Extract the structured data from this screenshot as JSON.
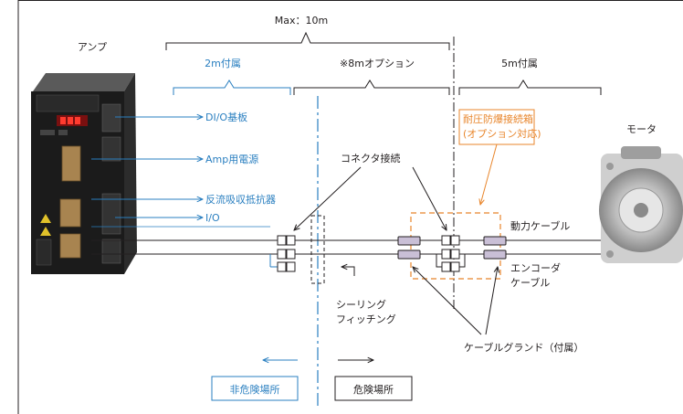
{
  "colors": {
    "blue": "#2a7fc0",
    "orange": "#e8852b",
    "black": "#231f20",
    "gray": "#8a8a8a",
    "connector": "#c9bfd6"
  },
  "header": {
    "max_length": "Max：10m"
  },
  "segments": {
    "left": "2m付属",
    "middle": "※8mオプション",
    "right": "5m付属"
  },
  "amp": {
    "title": "アンプ",
    "callouts": [
      "DI/O基板",
      "Amp用電源",
      "反流吸収抵抗器",
      "I/O"
    ]
  },
  "motor": {
    "title": "モータ"
  },
  "explosion_box": {
    "line1": "耐圧防爆接続箱",
    "line2": "(オプション対応)"
  },
  "labels": {
    "connector_joint": "コネクタ接続",
    "power_cable": "動力ケーブル",
    "encoder_line1": "エンコーダ",
    "encoder_line2": "ケーブル",
    "sealing_line1": "シーリング",
    "sealing_line2": "フィッチング",
    "cable_gland": "ケーブルグランド（付属）"
  },
  "zones": {
    "safe": "非危険場所",
    "hazardous": "危険場所"
  }
}
